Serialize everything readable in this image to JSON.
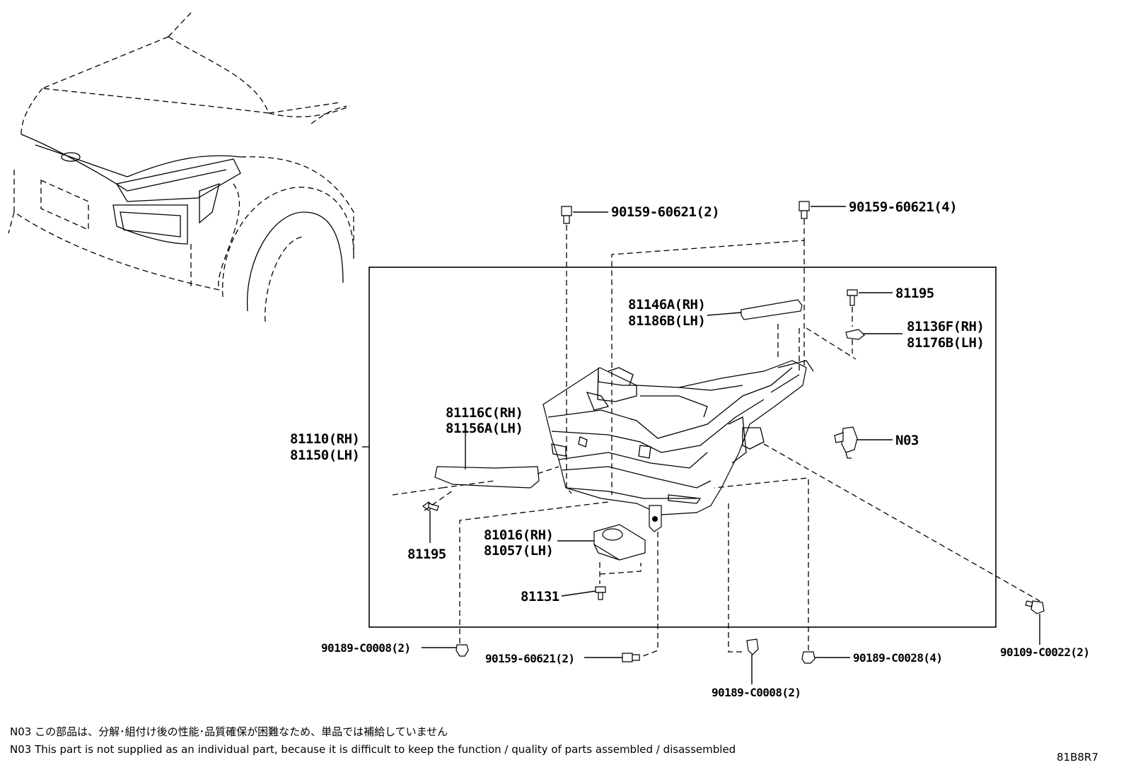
{
  "parts": {
    "bolt_top_left": "90159-60621(2)",
    "bolt_top_right": "90159-60621(4)",
    "molding_rh": "81146A(RH)",
    "molding_lh": "81186B(LH)",
    "screw_top": "81195",
    "bracket_rh": "81136F(RH)",
    "bracket_lh": "81176B(LH)",
    "headlamp_rh": "81110(RH)",
    "headlamp_lh": "81150(LH)",
    "lower_bracket_rh": "81116C(RH)",
    "lower_bracket_lh": "81156A(LH)",
    "socket": "N03",
    "screw_bottom": "81195",
    "computer_rh": "81016(RH)",
    "computer_lh": "81057(LH)",
    "screw_computer": "81131",
    "clip_left": "90189-C0008(2)",
    "bolt_bottom": "90159-60621(2)",
    "clip_center": "90189-C0008(2)",
    "nut_right": "90189-C0028(4)",
    "screw_far_right": "90109-C0022(2)"
  },
  "notes": {
    "japanese": "N03 この部品は、分解･組付け後の性能･品質確保が困難なため、単品では補給していません",
    "english": "N03 This part is not supplied as an individual part, because it is difficult to keep the function / quality of parts assembled / disassembled"
  },
  "illustration_code": "81B8R7"
}
